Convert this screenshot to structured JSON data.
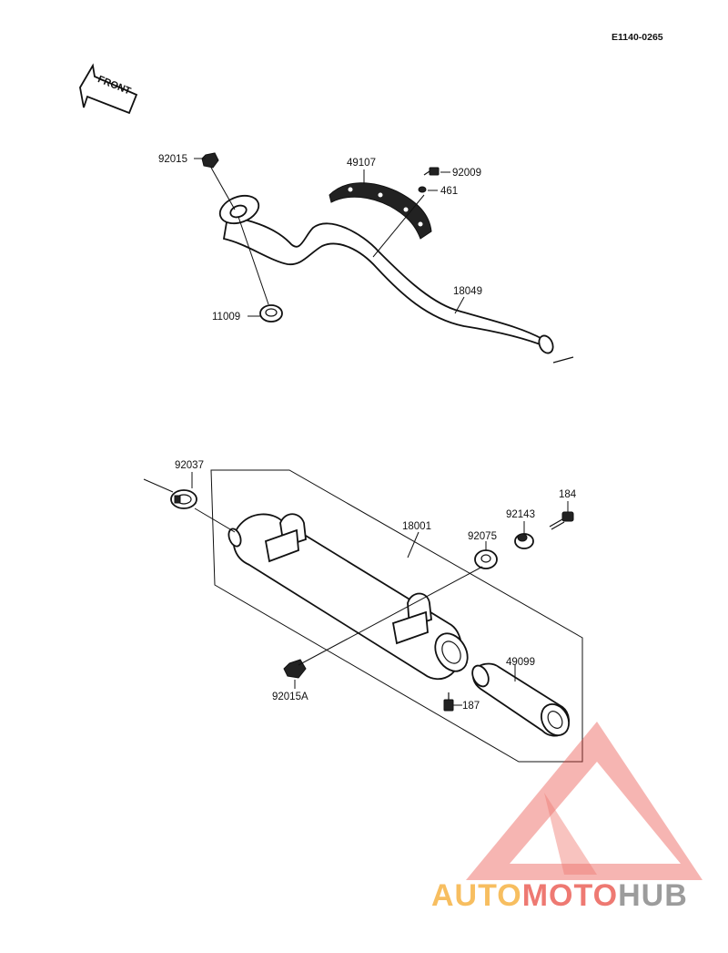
{
  "diagram_code": "E1140-0265",
  "front_label": "FRONT",
  "labels": {
    "p92015": "92015",
    "p49107": "49107",
    "p92009": "92009",
    "p461": "461",
    "p18049": "18049",
    "p11009": "11009",
    "p92037": "92037",
    "p18001": "18001",
    "p184": "184",
    "p92143": "92143",
    "p92075": "92075",
    "p49099": "49099",
    "p92015A": "92015A",
    "p187": "187"
  },
  "watermark": {
    "part1": "AUTO",
    "part2": "MOTO",
    "part3": "HUB",
    "color_auto": "#f5a623",
    "color_moto": "#e8463c",
    "color_hub": "#777777",
    "triangle_color": "#e8463c"
  }
}
